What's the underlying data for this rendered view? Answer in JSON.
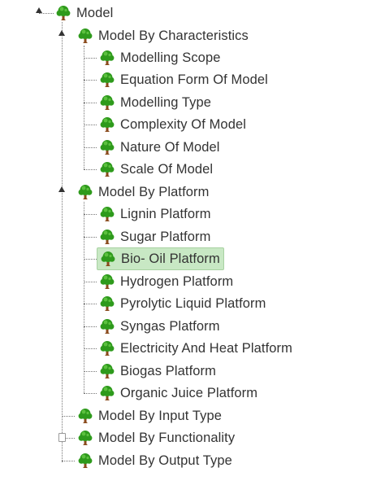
{
  "tree": {
    "root": {
      "label": "Model",
      "icon": "tree-icon",
      "expanded": true
    },
    "groups": [
      {
        "label": "Model By Characteristics",
        "icon": "tree-icon",
        "expanded": true,
        "children": [
          {
            "label": "Modelling Scope"
          },
          {
            "label": "Equation Form Of Model"
          },
          {
            "label": "Modelling Type"
          },
          {
            "label": "Complexity Of Model"
          },
          {
            "label": "Nature Of Model"
          },
          {
            "label": "Scale Of Model"
          }
        ]
      },
      {
        "label": "Model By Platform",
        "icon": "tree-icon",
        "expanded": true,
        "children": [
          {
            "label": "Lignin Platform"
          },
          {
            "label": "Sugar Platform"
          },
          {
            "label": "Bio- Oil Platform",
            "selected": true
          },
          {
            "label": "Hydrogen Platform"
          },
          {
            "label": "Pyrolytic Liquid Platform"
          },
          {
            "label": "Syngas Platform"
          },
          {
            "label": "Electricity And Heat Platform"
          },
          {
            "label": "Biogas Platform"
          },
          {
            "label": "Organic Juice Platform"
          }
        ]
      },
      {
        "label": "Model By Input Type",
        "icon": "tree-icon",
        "expanded": false
      },
      {
        "label": "Model By Functionality",
        "icon": "tree-icon",
        "expanded": false
      },
      {
        "label": "Model By Output Type",
        "icon": "tree-icon",
        "expanded": false
      }
    ]
  },
  "colors": {
    "selected_bg": "#c8e8c4",
    "text": "#333333",
    "leaf_green": "#2e9a1c",
    "trunk_brown": "#8a4b1c"
  }
}
